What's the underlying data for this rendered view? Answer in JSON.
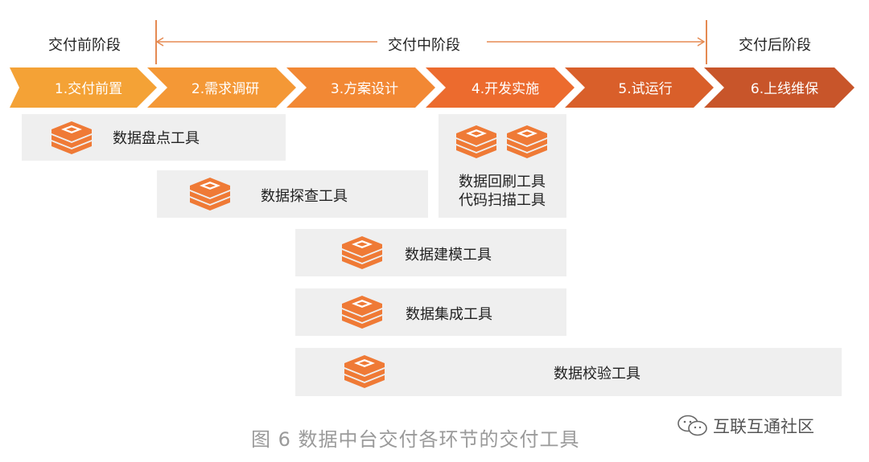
{
  "phases": {
    "pre": "交付前阶段",
    "mid": "交付中阶段",
    "post": "交付后阶段"
  },
  "steps": [
    "1.交付前置",
    "2.需求调研",
    "3.方案设计",
    "4.开发实施",
    "5.试运行",
    "6.上线维保"
  ],
  "step_colors": [
    "#f4a236",
    "#f49836",
    "#f28834",
    "#ec6b2e",
    "#d95f2a",
    "#c8552a"
  ],
  "tools": {
    "inventory": "数据盘点工具",
    "explore": "数据探查工具",
    "refresh_line1": "数据回刷工具",
    "refresh_line2": "代码扫描工具",
    "modeling": "数据建模工具",
    "integration": "数据集成工具",
    "validation": "数据校验工具"
  },
  "caption": "图 6 数据中台交付各环节的交付工具",
  "watermark": "互联互通社区",
  "icon_name": "layers-stack-icon",
  "accent_color": "#ec6b2e"
}
